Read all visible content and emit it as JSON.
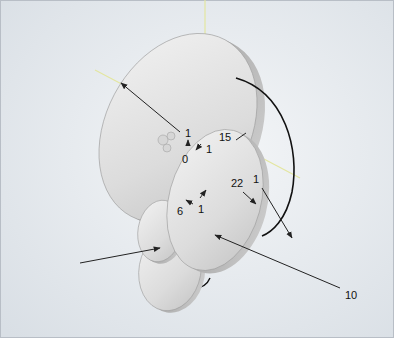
{
  "diagram": {
    "labels": [
      "1",
      "15",
      "1",
      "0",
      "22",
      "1",
      "1",
      "6",
      "10"
    ]
  }
}
